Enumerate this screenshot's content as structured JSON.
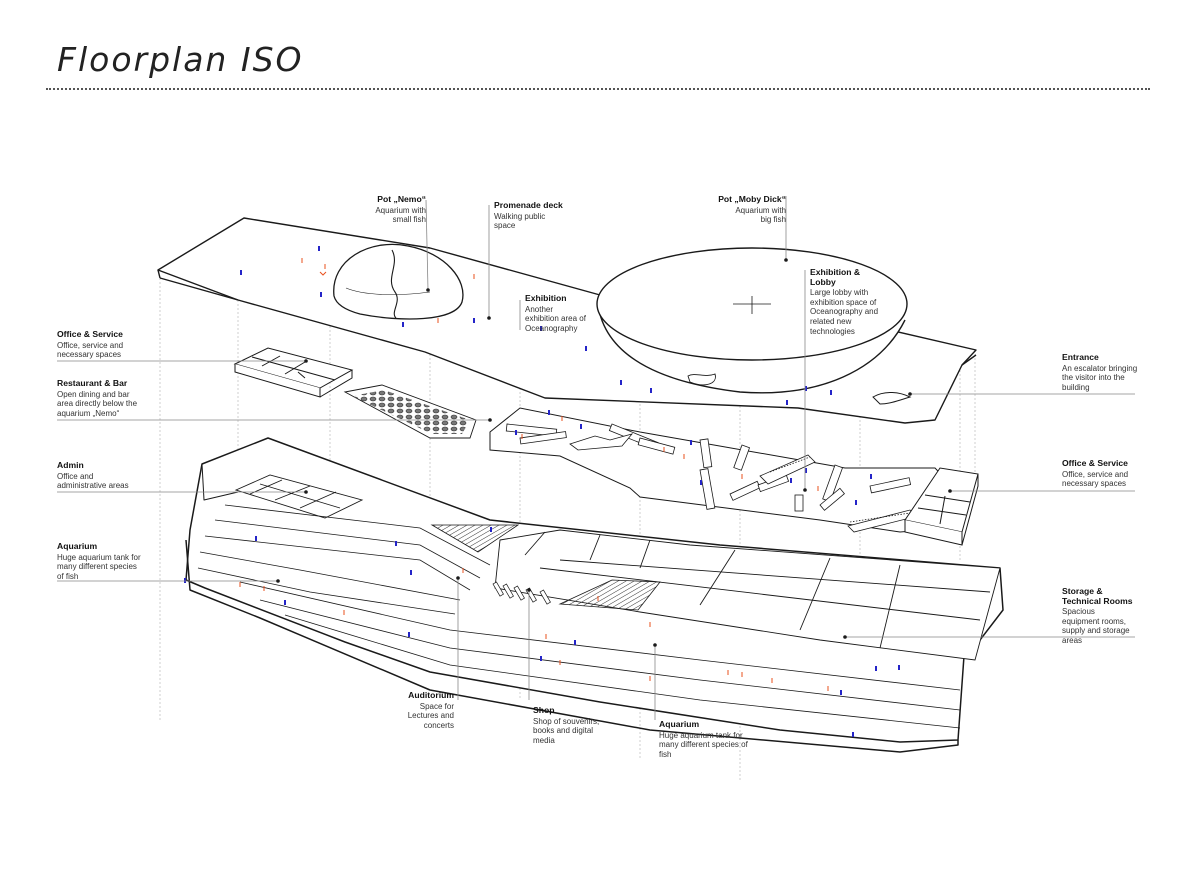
{
  "title": "Floorplan ISO",
  "colors": {
    "line": "#1a1a1a",
    "leader": "#888888",
    "hatch": "#333333",
    "visitor_blue": "#2424c8",
    "visitor_orange": "#e8501e"
  },
  "labels": {
    "pot_nemo": {
      "title": "Pot „Nemo“",
      "desc": "Aquarium with small fish"
    },
    "promenade_deck": {
      "title": "Promenade deck",
      "desc": "Walking public space"
    },
    "pot_moby_dick": {
      "title": "Pot „Moby Dick“",
      "desc": "Aquarium with big fish"
    },
    "exhibition_lobby": {
      "title": "Exhibition & Lobby",
      "desc": "Large lobby with exhibition space of Oceanography and related new technologies"
    },
    "exhibition": {
      "title": "Exhibition",
      "desc": "Another exhibition area of Oceanography"
    },
    "office_service_left": {
      "title": "Office & Service",
      "desc": "Office, service and necessary spaces"
    },
    "restaurant_bar": {
      "title": "Restaurant & Bar",
      "desc": "Open dining and bar area directly below the aquarium „Nemo“"
    },
    "entrance": {
      "title": "Entrance",
      "desc": "An escalator bringing the visitor into the building"
    },
    "admin": {
      "title": "Admin",
      "desc": "Office and administrative areas"
    },
    "office_service_right": {
      "title": "Office & Service",
      "desc": "Office, service and necessary spaces"
    },
    "aquarium_left": {
      "title": "Aquarium",
      "desc": "Huge aquarium tank for many different species of fish"
    },
    "storage_technical": {
      "title": "Storage & Technical Rooms",
      "desc": "Spacious equipment rooms, supply and storage areas"
    },
    "auditorium": {
      "title": "Auditorium",
      "desc": "Space for Lectures and concerts"
    },
    "shop": {
      "title": "Shop",
      "desc": "Shop of souvenirs, books and digital media"
    },
    "aquarium_bottom": {
      "title": "Aquarium",
      "desc": "Huge aquarium tank for many different species of fish"
    }
  }
}
